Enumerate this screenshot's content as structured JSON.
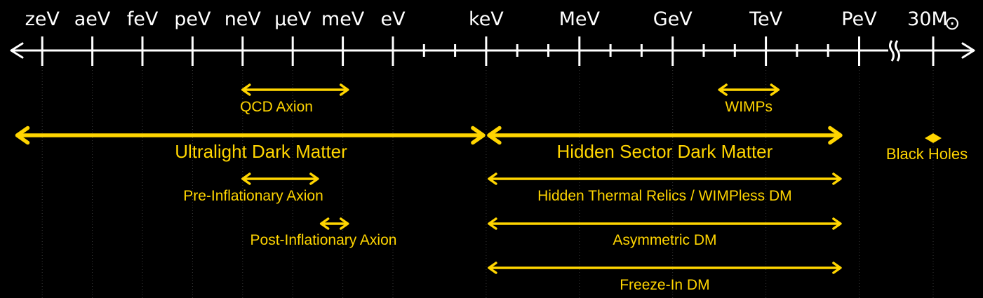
{
  "colors": {
    "background": "#000000",
    "axis": "#ffffff",
    "accent": "#ffd500",
    "gridline": "#3a3a3a"
  },
  "axis": {
    "tick_labels": [
      "zeV",
      "aeV",
      "feV",
      "peV",
      "neV",
      "μeV",
      "meV",
      "eV",
      "keV",
      "MeV",
      "GeV",
      "TeV",
      "PeV",
      "30M"
    ],
    "solar_mass_symbol": "⊙",
    "break_mark": "≈"
  },
  "ranges": [
    {
      "name": "qcd-axion",
      "label": "QCD Axion",
      "from_log10_eV": -9,
      "to_log10_eV": -2.7
    },
    {
      "name": "wimps",
      "label": "WIMPs",
      "from_log10_eV": 10.5,
      "to_log10_eV": 12.4
    },
    {
      "name": "ultralight-dark-matter",
      "label": "Ultralight Dark Matter",
      "from_log10_eV": -22.5,
      "to_log10_eV": 3
    },
    {
      "name": "hidden-sector-dark-matter",
      "label": "Hidden Sector Dark Matter",
      "from_log10_eV": 3,
      "to_log10_eV": 14.4
    },
    {
      "name": "pre-inflationary-axion",
      "label": "Pre-Inflationary Axion",
      "from_log10_eV": -9,
      "to_log10_eV": -4.5
    },
    {
      "name": "hidden-thermal-relics",
      "label": "Hidden Thermal Relics / WIMPless DM",
      "from_log10_eV": 3,
      "to_log10_eV": 14.4
    },
    {
      "name": "post-inflationary-axion",
      "label": "Post-Inflationary Axion",
      "from_log10_eV": -4.3,
      "to_log10_eV": -2.7
    },
    {
      "name": "asymmetric-dm",
      "label": "Asymmetric DM",
      "from_log10_eV": 3,
      "to_log10_eV": 14.4
    },
    {
      "name": "freeze-in-dm",
      "label": "Freeze-In DM",
      "from_log10_eV": 3,
      "to_log10_eV": 14.4
    }
  ],
  "point": {
    "name": "black-holes",
    "label": "Black Holes"
  }
}
